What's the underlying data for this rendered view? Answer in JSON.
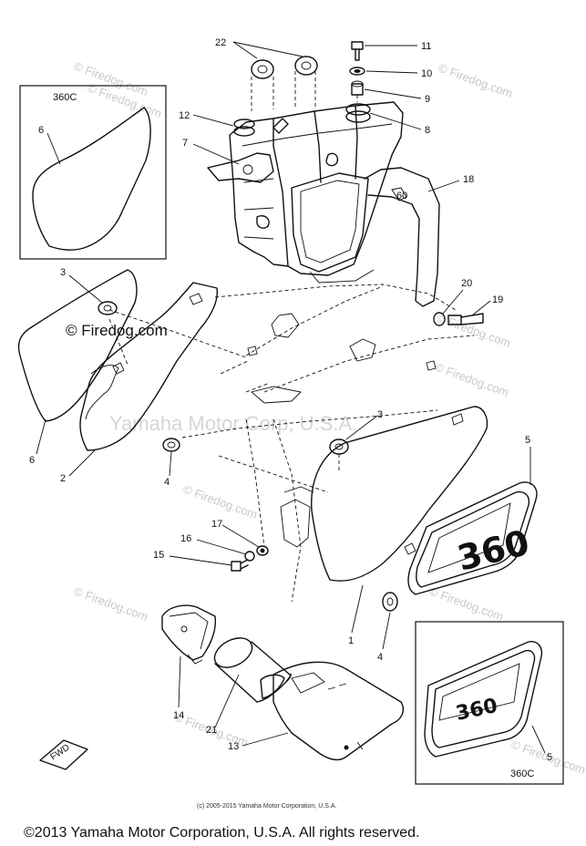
{
  "inset_top": {
    "model": "360C",
    "part": "6"
  },
  "inset_bottom": {
    "model": "360C",
    "badge": "360",
    "part": "5"
  },
  "badge_main": "360",
  "callouts": {
    "c22": "22",
    "c11": "11",
    "c10": "10",
    "c9": "9",
    "c12": "12",
    "c8": "8",
    "c7": "7",
    "c18": "18",
    "c3a": "3",
    "c20": "20",
    "c19": "19",
    "c6": "6",
    "c2": "2",
    "c4a": "4",
    "c3b": "3",
    "c5": "5",
    "c17": "17",
    "c16": "16",
    "c15": "15",
    "c1": "1",
    "c4b": "4",
    "c14": "14",
    "c21": "21",
    "c13": "13"
  },
  "watermarks": {
    "w1": "© Firedog.com",
    "w2": "© Firedog.com",
    "w3": "© Firedog.com",
    "w4": "© Firedog.com",
    "w5": "© Firedog.com",
    "w6": "© Firedog.com",
    "w7": "© Firedog.com",
    "w8": "© Firedog.com",
    "w9": "© Firedog.com",
    "w10": "© Firedog.com",
    "yamaha": "Yamaha Motor Corp, U.S.A."
  },
  "fwd_label": "FWD",
  "copyright_small": "(c) 2005-2015 Yamaha Motor Corporation, U.S.A.",
  "copyright_main": "©2013 Yamaha Motor Corporation, U.S.A. All rights reserved."
}
